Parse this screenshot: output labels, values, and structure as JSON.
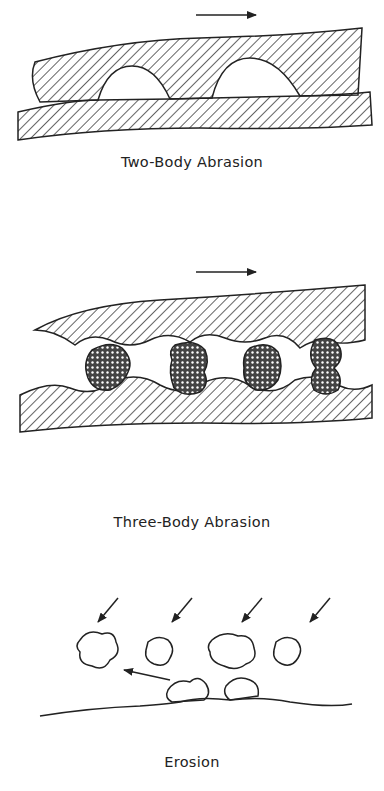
{
  "diagram": {
    "labels": [
      "Two-Body Abrasion",
      "Three-Body Abrasion",
      "Erosion"
    ]
  }
}
